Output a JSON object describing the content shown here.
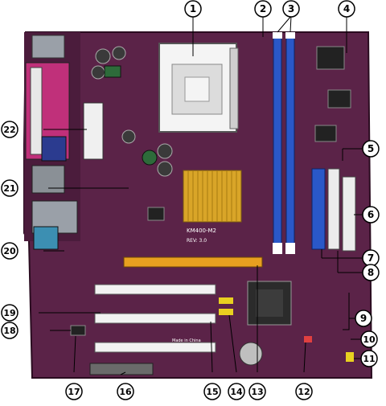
{
  "board": {
    "chipset_label": "KM400-M2",
    "revision_label": "REV: 3.0",
    "made_in": "Made in China",
    "colors": {
      "pcb": "#5b2348",
      "pcb_dark": "#3d1530",
      "callout_stroke": "#000000",
      "callout_fill": "#ffffff",
      "dimm_blue": "#2a58c8",
      "agp_orange": "#e8a020",
      "pci_white": "#f2f2f2",
      "heatsink_gold": "#d9a528",
      "ide_white": "#ececec"
    }
  },
  "callouts": {
    "c1": "1",
    "c2": "2",
    "c3": "3",
    "c4": "4",
    "c5": "5",
    "c6": "6",
    "c7": "7",
    "c8": "8",
    "c9": "9",
    "c10": "10",
    "c11": "11",
    "c12": "12",
    "c13": "13",
    "c14": "14",
    "c15": "15",
    "c16": "16",
    "c17": "17",
    "c18": "18",
    "c19": "19",
    "c20": "20",
    "c21": "21",
    "c22": "22"
  }
}
